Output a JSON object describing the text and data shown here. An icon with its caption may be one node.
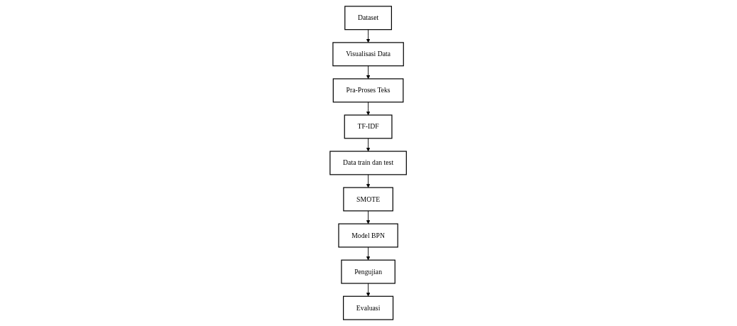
{
  "diagram": {
    "nodes": [
      {
        "text": [
          "Dataset"
        ]
      },
      {
        "text": [
          "Visualisasi Data"
        ]
      },
      {
        "text": [
          "Pra-Proses Teks"
        ]
      },
      {
        "text": [
          "TF-IDF"
        ]
      },
      {
        "text": [
          "Data train dan test"
        ]
      },
      {
        "text": [
          "SMOTE"
        ]
      },
      {
        "text": [
          "Model BPN"
        ]
      },
      {
        "text": [
          "Pengujian"
        ]
      },
      {
        "text": [
          "Evaluasi"
        ]
      }
    ],
    "edges": [
      {
        "from": 0,
        "to": 1,
        "arrow": "to"
      },
      {
        "from": 1,
        "to": 2,
        "arrow": "to"
      },
      {
        "from": 2,
        "to": 3,
        "arrow": "to"
      },
      {
        "from": 3,
        "to": 4,
        "arrow": "to"
      },
      {
        "from": 4,
        "to": 5,
        "arrow": "to"
      },
      {
        "from": 5,
        "to": 6,
        "arrow": "to"
      },
      {
        "from": 6,
        "to": 7,
        "arrow": "to"
      },
      {
        "from": 7,
        "to": 8,
        "arrow": "to"
      }
    ]
  }
}
